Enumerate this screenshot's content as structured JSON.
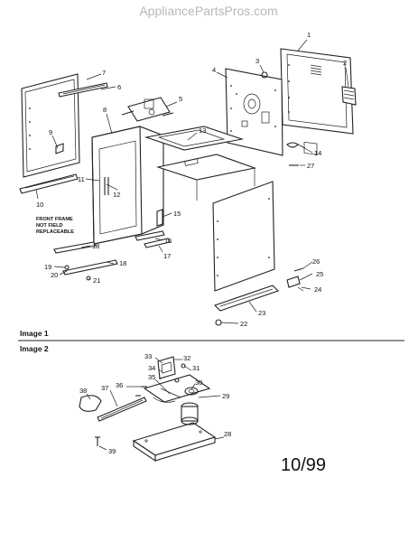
{
  "watermark": "AppliancePartsPros.com",
  "sections": [
    "Image 1",
    "Image 2"
  ],
  "note_lines": [
    "FRONT FRAME",
    "NOT FIELD",
    "REPLACEABLE"
  ],
  "date_code": "10/99",
  "callouts_image1": [
    "1",
    "2",
    "3",
    "4",
    "5",
    "6",
    "7",
    "8",
    "9",
    "10",
    "11",
    "12",
    "13",
    "14",
    "15",
    "16",
    "17",
    "18",
    "18",
    "19",
    "20",
    "21",
    "22",
    "23",
    "24",
    "25",
    "26",
    "27"
  ],
  "callouts_image2": [
    "28",
    "29",
    "30",
    "31",
    "32",
    "33",
    "34",
    "35",
    "36",
    "37",
    "38",
    "39"
  ]
}
